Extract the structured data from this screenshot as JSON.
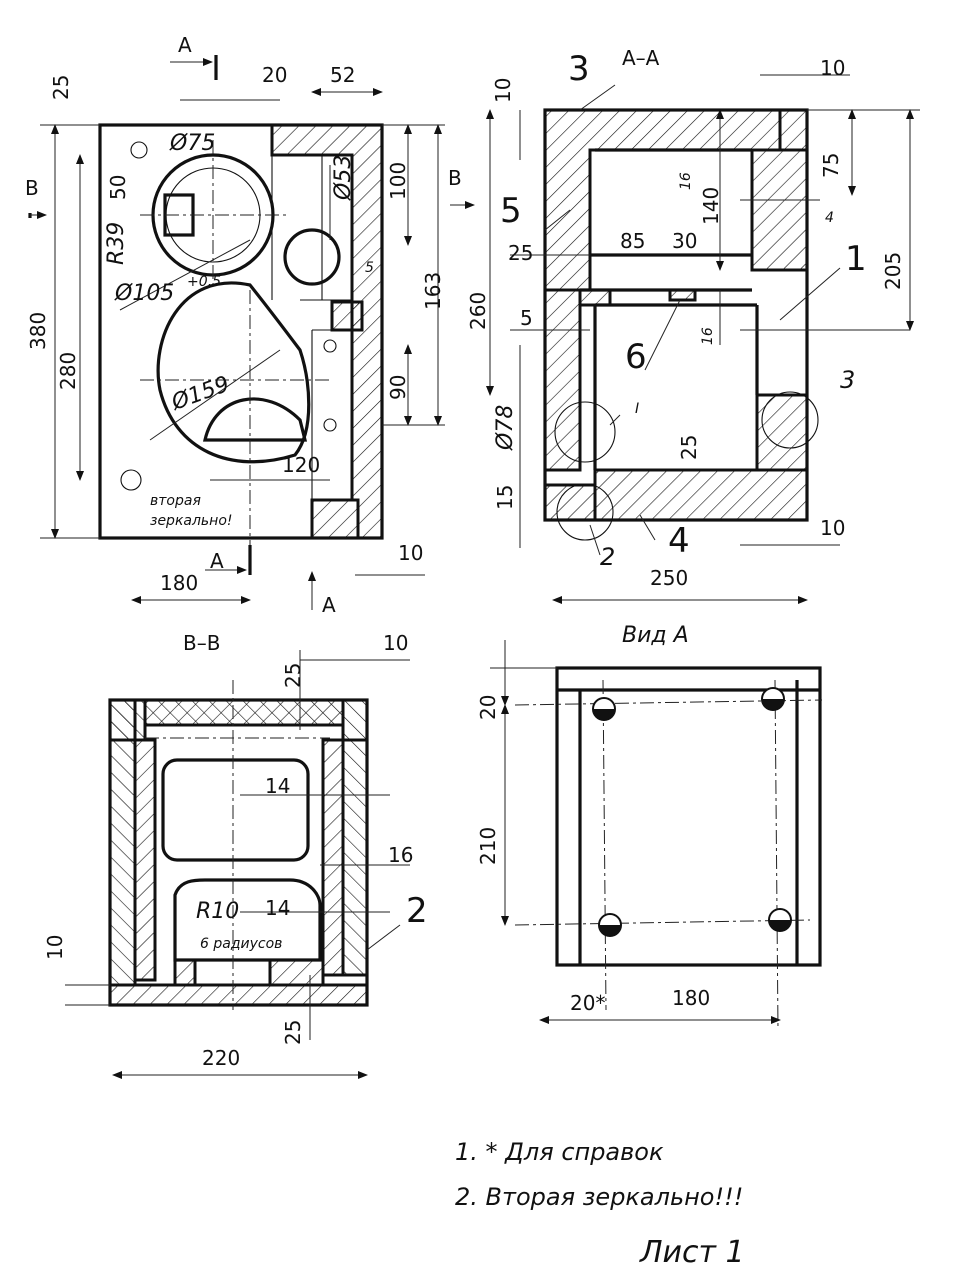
{
  "section_labels": {
    "a_top": "A",
    "a_bottom": "A",
    "a_arrow": "A",
    "b_left": "B",
    "b_right": "B",
    "aa": "A–A",
    "bb": "B–B",
    "vid_a": "Вид А"
  },
  "front_view": {
    "dims": {
      "d20": "20",
      "d52": "52",
      "d25": "25",
      "d50": "50",
      "d380": "380",
      "d280": "280",
      "d100": "100",
      "d163": "163",
      "d90": "90",
      "d120": "120",
      "d180": "180",
      "d10": "10",
      "d5": "5",
      "dia75": "Ø75",
      "dia53": "Ø53",
      "dia105": "Ø105",
      "tol": "+0,5",
      "r39": "R39",
      "dia159": "Ø159"
    },
    "note_line1": "вторая",
    "note_line2": "зеркально!"
  },
  "section_aa": {
    "dims": {
      "d10a": "10",
      "d10b": "10",
      "d75": "75",
      "d16a": "16",
      "d140": "140",
      "d4": "4",
      "d205": "205",
      "d25": "25",
      "d85": "85",
      "d30": "30",
      "d260": "260",
      "d5": "5",
      "d16b": "16",
      "d78": "Ø78",
      "d25b": "25",
      "d15": "15",
      "d10c": "10",
      "d250": "250",
      "detail": "I"
    },
    "parts": {
      "p1": "1",
      "p2": "2",
      "p3": "3",
      "p3b": "3",
      "p4": "4",
      "p5": "5",
      "p6": "6"
    }
  },
  "section_bb": {
    "dims": {
      "d25": "25",
      "d10": "10",
      "d14a": "14",
      "d16": "16",
      "d14b": "14",
      "r10": "R10",
      "d10b": "10",
      "d25b": "25",
      "d220": "220",
      "note": "6 радиусов"
    },
    "parts": {
      "p2": "2"
    }
  },
  "view_a": {
    "dims": {
      "d20": "20",
      "d210": "210",
      "d20b": "20*",
      "d180": "180"
    }
  },
  "notes": {
    "n1": "1.  * Для справок",
    "n2": "2.  Вторая зеркально!!!",
    "sheet": "Лист 1"
  }
}
